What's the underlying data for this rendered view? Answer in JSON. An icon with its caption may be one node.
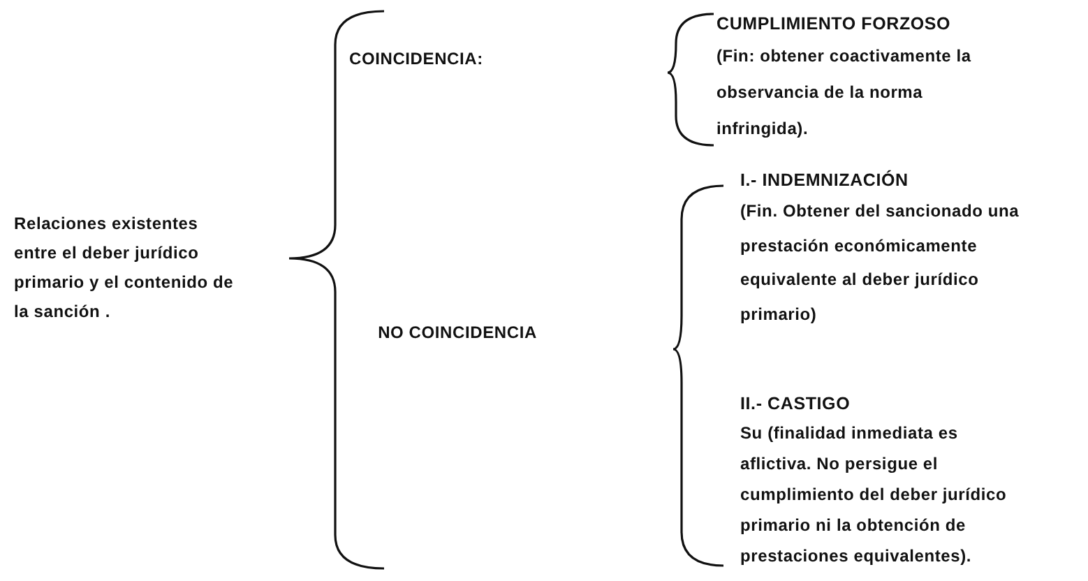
{
  "diagram": {
    "nodes": [
      {
        "text": [
          "Relaciones existentes entre el deber jurídico primario y el contenido de la sanción ."
        ]
      },
      {
        "text": [
          "COINCIDENCIA:"
        ]
      },
      {
        "text": [
          "NO COINCIDENCIA"
        ]
      },
      {
        "text": [
          "CUMPLIMIENTO FORZOSO",
          "(Fin: obtener coactivamente la observancia de la norma infringida)."
        ]
      },
      {
        "text": [
          "I.- INDEMNIZACIÓN",
          "(Fin. Obtener del sancionado una prestación económicamente equivalente al deber jurídico primario)"
        ]
      },
      {
        "text": [
          "II.- CASTIGO",
          "Su (finalidad inmediata es aflictiva. No persigue el cumplimiento del deber jurídico primario ni la obtención de prestaciones equivalentes)."
        ]
      }
    ]
  }
}
